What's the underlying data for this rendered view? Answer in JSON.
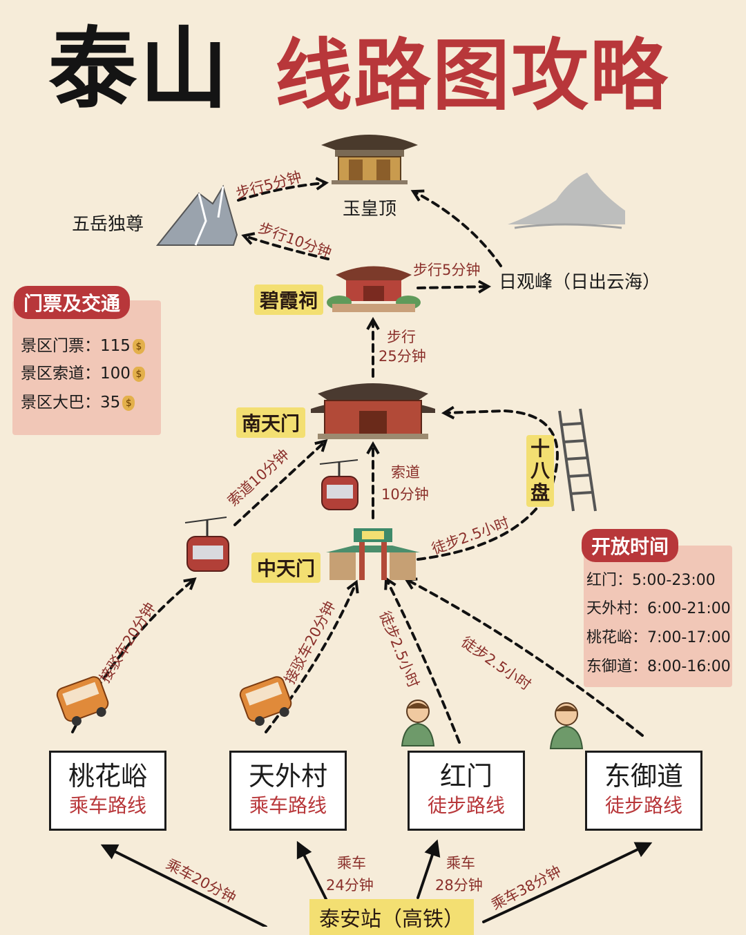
{
  "title": {
    "main": "泰山",
    "sub": "线路图攻略"
  },
  "places": {
    "jade_emperor_peak": "玉皇顶",
    "wuyue": "五岳独尊",
    "sun_peak": "日观峰（日出云海）",
    "bixia": "碧霞祠",
    "south_gate": "南天门",
    "middle_gate": "中天门",
    "eighteen_bends": [
      "十",
      "八",
      "盘"
    ]
  },
  "routes": {
    "walk_5_top": "步行5分钟",
    "walk_10": "步行10分钟",
    "walk_5_right": "步行5分钟",
    "walk_25_line1": "步行",
    "walk_25_line2": "25分钟",
    "cable_10_left": "索道10分钟",
    "cable_10_mid_line1": "索道",
    "cable_10_mid_line2": "10分钟",
    "hike_25_right": "徒步2.5小时",
    "shuttle_20_left": "接驳车20分钟",
    "shuttle_20_mid": "接驳车20分钟",
    "hike_25_hongmen": "徒步2.5小时",
    "hike_25_dongyu": "徒步2.5小时",
    "car_20": "乘车20分钟",
    "car_24_line1": "乘车",
    "car_24_line2": "24分钟",
    "car_28_line1": "乘车",
    "car_28_line2": "28分钟",
    "car_38": "乘车38分钟"
  },
  "tickets": {
    "heading": "门票及交通",
    "rows": [
      {
        "label": "景区门票：",
        "value": "115"
      },
      {
        "label": "景区索道：",
        "value": "100"
      },
      {
        "label": "景区大巴：",
        "value": "35"
      }
    ]
  },
  "hours": {
    "heading": "开放时间",
    "rows": [
      {
        "label": "红门：",
        "value": "5:00-23:00"
      },
      {
        "label": "天外村：",
        "value": "6:00-21:00"
      },
      {
        "label": "桃花峪：",
        "value": "7:00-17:00"
      },
      {
        "label": "东御道：",
        "value": "8:00-16:00"
      }
    ]
  },
  "entrances": [
    {
      "name": "桃花峪",
      "type": "乘车路线"
    },
    {
      "name": "天外村",
      "type": "乘车路线"
    },
    {
      "name": "红门",
      "type": "徒步路线"
    },
    {
      "name": "东御道",
      "type": "徒步路线"
    }
  ],
  "station": "泰安站（高铁）",
  "colors": {
    "accent": "#b8373a",
    "highlight": "#f3df72",
    "background": "#f6ecd9",
    "panel": "#f1c7b7"
  }
}
